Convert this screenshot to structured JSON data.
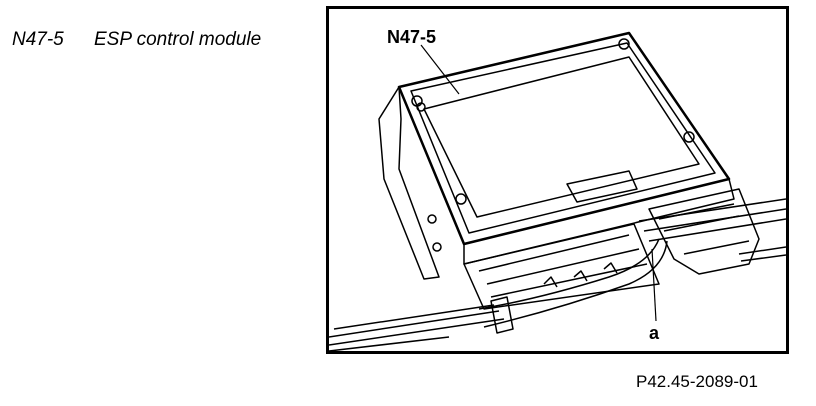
{
  "legend": {
    "code": "N47-5",
    "description": "ESP control module"
  },
  "figure": {
    "callout_module": "N47-5",
    "callout_a": "a",
    "figure_id": "P42.45-2089-01"
  }
}
